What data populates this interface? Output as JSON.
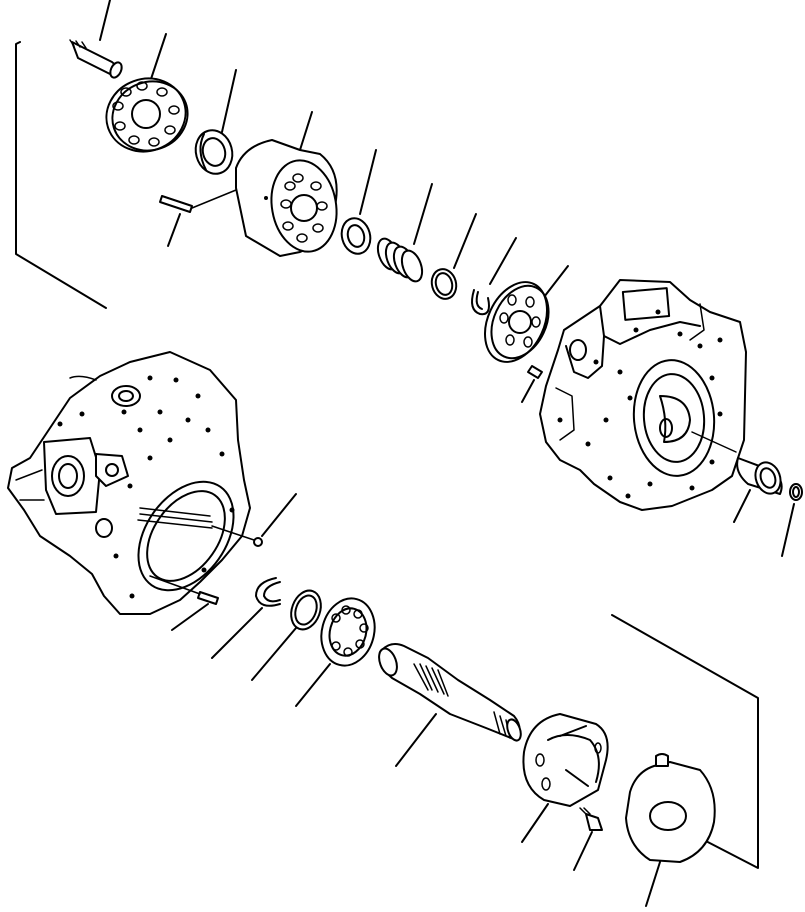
{
  "diagram": {
    "kind": "exploded-parts-view",
    "style": "black line drawing on white",
    "colors": {
      "ink": "#000000",
      "paper": "#ffffff"
    },
    "parts": [
      "pin",
      "valve-plate",
      "bearing",
      "cylinder-block",
      "cylinder-pin",
      "spacer-ring",
      "spring",
      "retainer-ring",
      "snap-ring",
      "swash-plate",
      "dowel-pin",
      "pump-unit",
      "needle-bearing",
      "o-ring",
      "pump-case",
      "case-pin",
      "case-dowel",
      "snap-ring-lower",
      "shim-ring",
      "ball-bearing",
      "drive-shaft",
      "servo-piston",
      "bolt",
      "seal-cover"
    ]
  }
}
